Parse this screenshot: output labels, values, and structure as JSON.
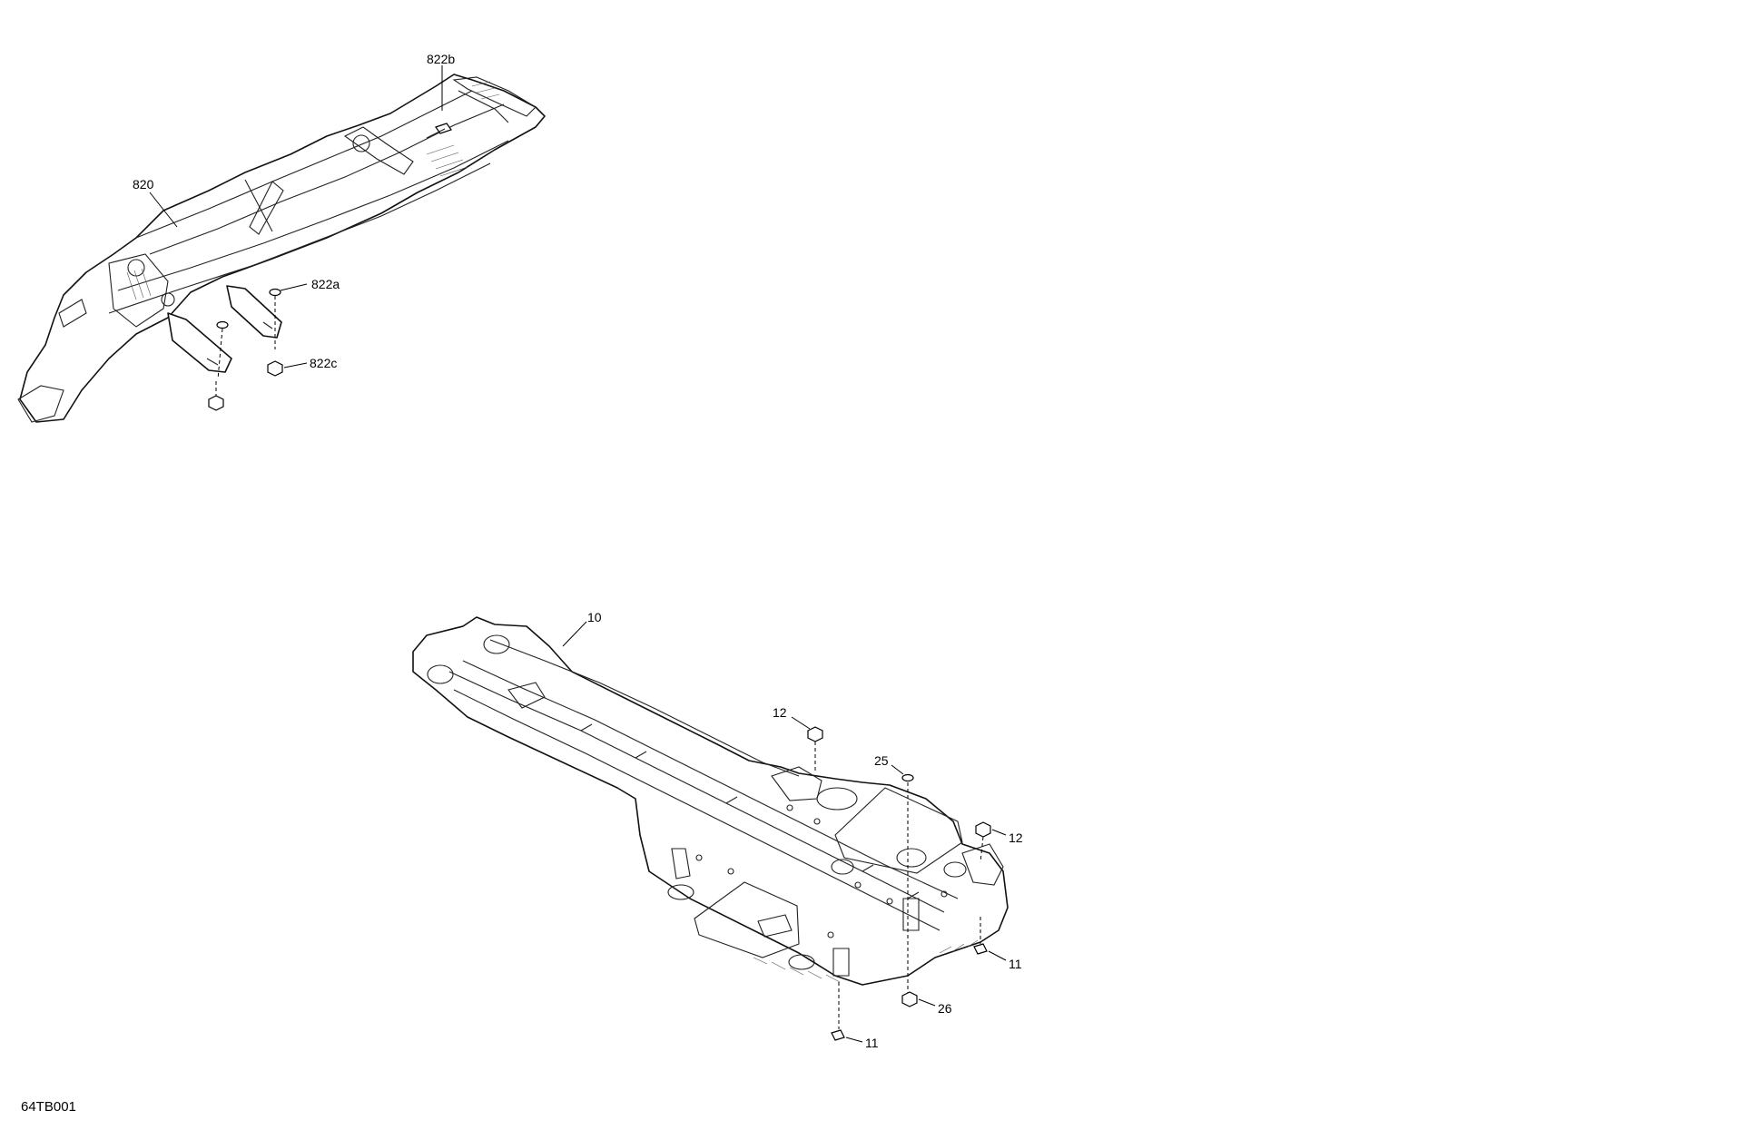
{
  "drawing_id": "64TB001",
  "callouts": {
    "c822b": "822b",
    "c820": "820",
    "c822a": "822a",
    "c822c": "822c",
    "c10": "10",
    "c12_top": "12",
    "c25": "25",
    "c12_right": "12",
    "c11_right": "11",
    "c26": "26",
    "c11_bottom": "11"
  }
}
